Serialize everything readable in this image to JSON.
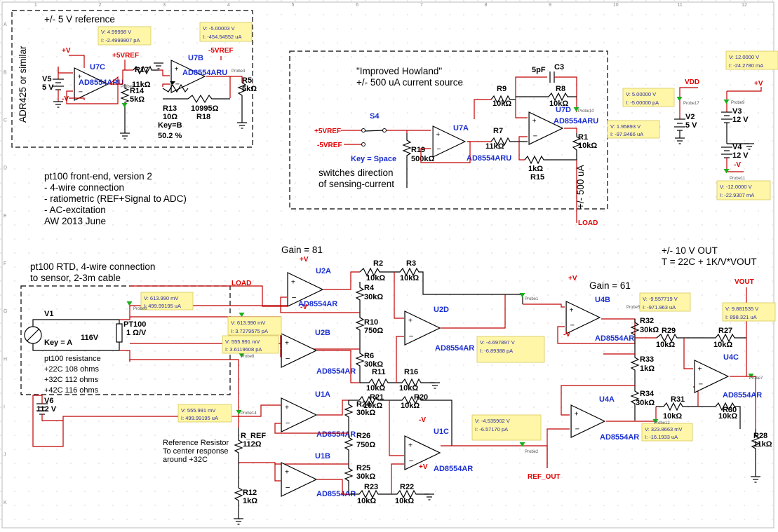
{
  "labels": {
    "ref_title": "+/- 5 V reference",
    "adr_note": "ADR425 or similar",
    "howland_title": "\"Improved Howland\"",
    "howland_sub": "+/- 500 uA current source",
    "switch_note1": "switches direction",
    "switch_note2": "of sensing-current",
    "key_space": "Key = Space",
    "current_500": "+/- 500 uA",
    "frontend": [
      "pt100 front-end, version 2",
      "- 4-wire connection",
      "- ratiometric (REF+Signal to ADC)",
      "- AC-excitation",
      "AW 2013 June"
    ],
    "rtd_title1": "pt100 RTD, 4-wire connection",
    "rtd_title2": "to sensor, 2-3m cable",
    "res_title": "pt100 resistance",
    "res_rows": [
      "+22C 108 ohms",
      "+32C 112 ohms",
      "+42C 116 ohms"
    ],
    "gain81": "Gain = 81",
    "gain61": "Gain = 61",
    "out_note1": "+/- 10 V OUT",
    "out_note2": "T = 22C + 1K/V*VOUT",
    "refres_note": [
      "Reference Resistor",
      "To center response",
      "around +32C"
    ]
  },
  "nets": {
    "vplus": "+V",
    "vminus": "-V",
    "vdd": "VDD",
    "p5vref": "+5VREF",
    "m5vref": "-5VREF",
    "load": "LOAD",
    "vout": "VOUT",
    "ref_out": "REF_OUT"
  },
  "opamps": {
    "u7c": "U7C",
    "u7b": "U7B",
    "u7a": "U7A",
    "u7d": "U7D",
    "u2a": "U2A",
    "u2b": "U2B",
    "u2d": "U2D",
    "u1a": "U1A",
    "u1b": "U1B",
    "u1c": "U1C",
    "u4b": "U4B",
    "u4a": "U4A",
    "u4c": "U4C",
    "part": "AD8554AR",
    "part_u": "AD8554ARU",
    "part_u7c": "AD8554ARU"
  },
  "components": {
    "v5": "V5",
    "v5_val": "5 V",
    "r17": "R17",
    "r17_val": "11kΩ",
    "r14": "R14",
    "r14_val": "5kΩ",
    "r13": "R13",
    "r13_val": "10Ω",
    "r13_key": "Key=B",
    "r13_pct": "50.2 %",
    "r18": "R18",
    "r18_val": "10995Ω",
    "r5": "R5",
    "r5_val": "5kΩ",
    "s4": "S4",
    "r19": "R19",
    "r19_val": "500kΩ",
    "r9": "R9",
    "r9_val": "10kΩ",
    "c3": "C3",
    "c3_val": "5pF",
    "r8": "R8",
    "r8_val": "10kΩ",
    "r7": "R7",
    "r7_val": "11kΩ",
    "r1": "R1",
    "r1_val": "10kΩ",
    "r15": "R15",
    "r15_val": "1kΩ",
    "v2": "V2",
    "v2_val": "5 V",
    "v3": "V3",
    "v3_val": "12 V",
    "v4": "V4",
    "v4_val": "12 V",
    "v1": "V1",
    "v1_key": "Key = A",
    "v1_val": "116V",
    "pt100": "PT100",
    "pt100_val": "1 Ω/V",
    "v6": "V6",
    "v6_val": "112 V",
    "r2": "R2",
    "r2_val": "10kΩ",
    "r3": "R3",
    "r3_val": "10kΩ",
    "r4": "R4",
    "r4_val": "30kΩ",
    "r10": "R10",
    "r10_val": "750Ω",
    "r6": "R6",
    "r6_val": "30kΩ",
    "r11": "R11",
    "r11_val": "10kΩ",
    "r16": "R16",
    "r16_val": "10kΩ",
    "r24": "R24",
    "r24_val": "30kΩ",
    "r21": "R21",
    "r21_val": "10kΩ",
    "r20": "R20",
    "r20_val": "10kΩ",
    "r26": "R26",
    "r26_val": "750Ω",
    "r25": "R25",
    "r25_val": "30kΩ",
    "r23": "R23",
    "r23_val": "10kΩ",
    "r22": "R22",
    "r22_val": "10kΩ",
    "rref": "R_REF",
    "rref_val": "112Ω",
    "r12": "R12",
    "r12_val": "1kΩ",
    "r32": "R32",
    "r32_val": "30kΩ",
    "r29": "R29",
    "r29_val": "10kΩ",
    "r27": "R27",
    "r27_val": "10kΩ",
    "r33": "R33",
    "r33_val": "1kΩ",
    "r34": "R34",
    "r34_val": "30kΩ",
    "r31": "R31",
    "r31_val": "10kΩ",
    "r30": "R30",
    "r30_val": "10kΩ",
    "r28": "R28",
    "r28_val": "11kΩ"
  },
  "probes": [
    {
      "v": "V:  4.99998 V",
      "i": "I:  -2.4999807 pA"
    },
    {
      "v": "V:  -5.00003 V",
      "i": "I:  -454.54552 uA"
    },
    {
      "v": "V:  12.0000 V",
      "i": "I:  -24.2780 mA"
    },
    {
      "v": "V:  5.00000 V",
      "i": "I:  -5.00000 pA"
    },
    {
      "v": "V:  1.95893 V",
      "i": "I:  -97.9466 uA"
    },
    {
      "v": "V:  -12.0000 V",
      "i": "I:  -22.9307 mA"
    },
    {
      "v": "V:  613.990 mV",
      "i": "I:  499.99195 uA"
    },
    {
      "v": "V:  613.990 mV",
      "i": "I:  3.7279575 pA"
    },
    {
      "v": "V:  555.991 mV",
      "i": "I:  3.6119608 pA"
    },
    {
      "v": "V:  -4.697897 V",
      "i": "I:  -6.89388 pA"
    },
    {
      "v": "V:  -9.557719 V",
      "i": "I:  -971.963 uA"
    },
    {
      "v": "V:  9.881535 V",
      "i": "I:  898.321 uA"
    },
    {
      "v": "V:  555.991 mV",
      "i": "I:  499.99195 uA"
    },
    {
      "v": "V:  -4.535902 V",
      "i": "I:  -6.57170 pA"
    },
    {
      "v": "V:  323.8663 mV",
      "i": "I:  -16.1933 uA"
    }
  ],
  "probe_tags": [
    "Probe3",
    "Probe4",
    "Probe9",
    "Probe17",
    "Probe10",
    "Probe11",
    "Probe6",
    "Probe8",
    "Probe14",
    "Probe1",
    "Probe5",
    "Probe7",
    "Probe2",
    "Probe12"
  ],
  "border_top": [
    "1",
    "2",
    "3",
    "4",
    "5",
    "6",
    "7",
    "8",
    "9",
    "10",
    "11",
    "12"
  ],
  "border_left": [
    "A",
    "B",
    "C",
    "D",
    "E",
    "F",
    "G",
    "H",
    "I",
    "J",
    "K"
  ]
}
